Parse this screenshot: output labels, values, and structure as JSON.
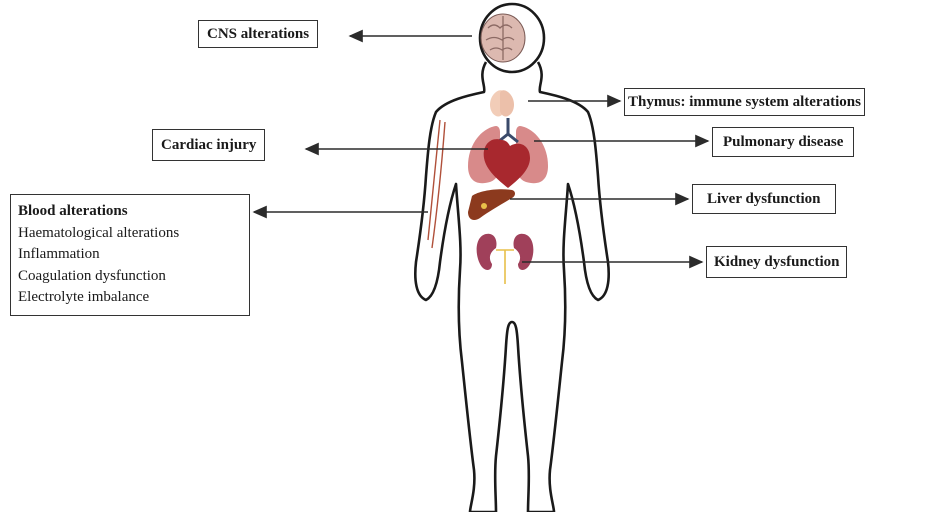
{
  "labels": {
    "cns": "CNS alterations",
    "thymus": "Thymus: immune system alterations",
    "cardiac": "Cardiac injury",
    "pulmonary": "Pulmonary disease",
    "liver": "Liver dysfunction",
    "kidney": "Kidney dysfunction"
  },
  "blood": {
    "title": "Blood alterations",
    "items": [
      "Haematological alterations",
      "Inflammation",
      "Coagulation dysfunction",
      "Electrolyte imbalance"
    ]
  },
  "colors": {
    "outline": "#1a1a1a",
    "arrow": "#2b2b2b",
    "brain": "#d9b8b0",
    "thymus": "#f2cdb8",
    "lung": "#d98a8a",
    "heart": "#a8282e",
    "liver": "#8c3a1e",
    "kidney": "#a0405a",
    "vessel": "#b0503a"
  }
}
